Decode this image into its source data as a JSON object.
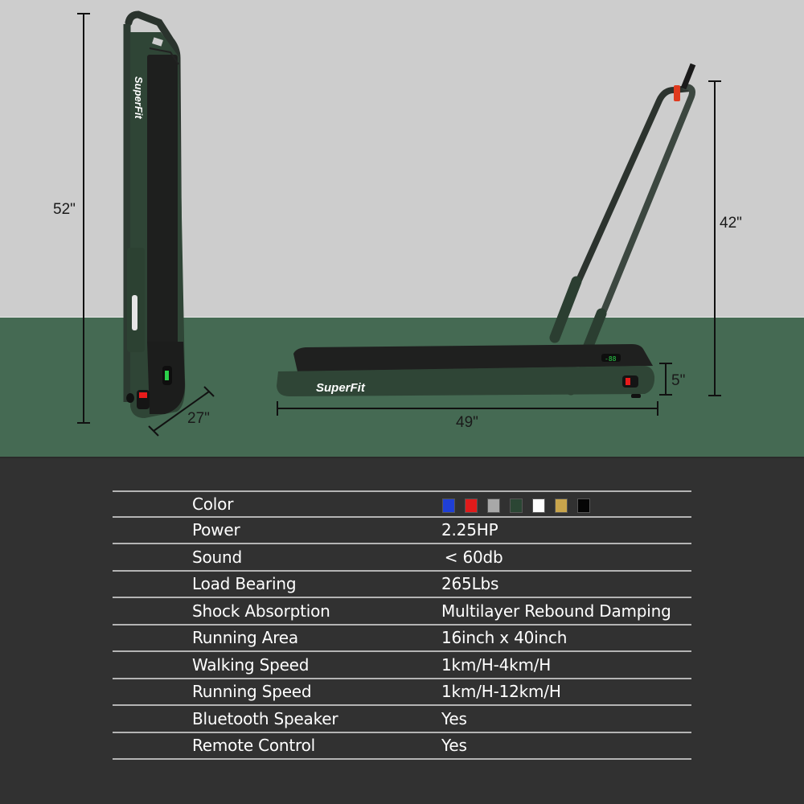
{
  "product": {
    "brand": "SuperFit",
    "views": {
      "folded": {
        "height_label": "52\"",
        "width_label": "27\""
      },
      "unfolded": {
        "handle_height_label": "42\"",
        "deck_height_label": "5\"",
        "length_label": "49\""
      }
    }
  },
  "colors": {
    "wall": "#cdcdcd",
    "floor": "#456a53",
    "panel": "#313131",
    "frame": "#2b3a30"
  },
  "specs": {
    "rows": [
      {
        "label": "Color",
        "value": ""
      },
      {
        "label": "Power",
        "value": "2.25HP"
      },
      {
        "label": "Sound",
        "value": " < 60db"
      },
      {
        "label": "Load Bearing",
        "value": "265Lbs"
      },
      {
        "label": "Shock Absorption",
        "value": "Multilayer Rebound Damping"
      },
      {
        "label": "Running Area",
        "value": "16inch x 40inch"
      },
      {
        "label": "Walking Speed",
        "value": "1km/H-4km/H"
      },
      {
        "label": "Running Speed",
        "value": "1km/H-12km/H"
      },
      {
        "label": "Bluetooth Speaker",
        "value": "Yes"
      },
      {
        "label": "Remote Control",
        "value": "Yes"
      }
    ],
    "color_swatches": [
      {
        "name": "blue",
        "hex": "#1f3fd6"
      },
      {
        "name": "red",
        "hex": "#e01b1b"
      },
      {
        "name": "gray",
        "hex": "#a8a8a8"
      },
      {
        "name": "dark-green",
        "hex": "#2b4634"
      },
      {
        "name": "white",
        "hex": "#ffffff"
      },
      {
        "name": "gold",
        "hex": "#c9a54c"
      },
      {
        "name": "black",
        "hex": "#050505"
      }
    ]
  }
}
